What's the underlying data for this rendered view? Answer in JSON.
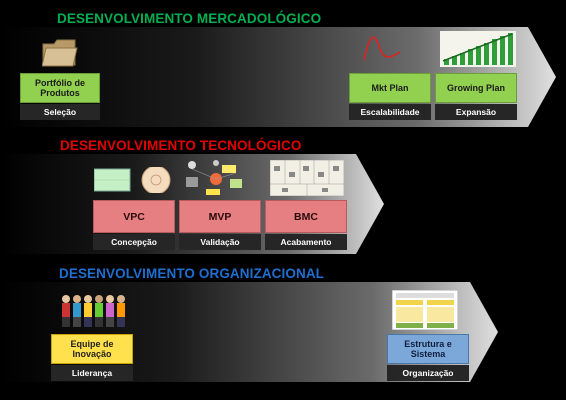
{
  "sections": [
    {
      "title": "DESENVOLVIMENTO MERCADOLÓGICO",
      "title_color": "#00b050",
      "boxes": [
        {
          "text": "Portfólio de Produtos",
          "label": "Seleção"
        },
        {
          "text": "Mkt Plan",
          "label": "Escalabilidade"
        },
        {
          "text": "Growing Plan",
          "label": "Expansão"
        }
      ]
    },
    {
      "title": "DESENVOLVIMENTO TECNOLÓGICO",
      "title_color": "#e30000",
      "boxes": [
        {
          "text": "VPC",
          "label": "Concepção"
        },
        {
          "text": "MVP",
          "label": "Validação"
        },
        {
          "text": "BMC",
          "label": "Acabamento"
        }
      ]
    },
    {
      "title": "DESENVOLVIMENTO ORGANIZACIONAL",
      "title_color": "#1f6fd0",
      "boxes": [
        {
          "text": "Equipe de Inovação",
          "label": "Liderança"
        },
        {
          "text": "Estrutura e Sistema",
          "label": "Organização"
        }
      ]
    }
  ],
  "icons": {
    "folder": "folder-icon",
    "line_chart": "line-chart-icon",
    "bar_chart": "growth-bar-chart-icon",
    "canvas": "value-proposition-canvas-icon",
    "mvp": "mvp-sketch-icon",
    "bmc": "business-model-canvas-icon",
    "team": "team-people-icon",
    "structure": "management-structure-icon"
  }
}
